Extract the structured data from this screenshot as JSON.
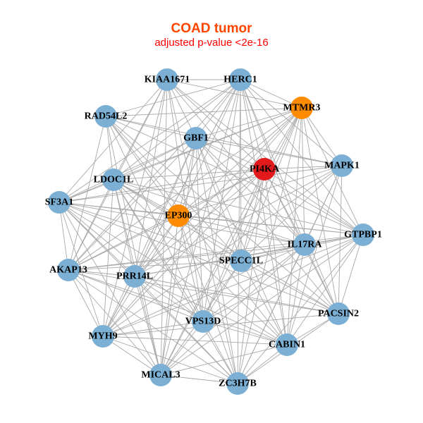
{
  "title": "COAD tumor",
  "subtitle": "adjusted p-value <2e-16",
  "colors": {
    "default": "#7BAFD4",
    "orange": "#FF8C00",
    "red": "#E31A1C",
    "edge": "#A9A9A9"
  },
  "nodes": [
    {
      "name": "KIAA1671",
      "color": "default"
    },
    {
      "name": "HERC1",
      "color": "default"
    },
    {
      "name": "MTMR3",
      "color": "orange"
    },
    {
      "name": "RAD54L2",
      "color": "default"
    },
    {
      "name": "GBF1",
      "color": "default"
    },
    {
      "name": "PI4KA",
      "color": "red"
    },
    {
      "name": "MAPK1",
      "color": "default"
    },
    {
      "name": "LDOC1L",
      "color": "default"
    },
    {
      "name": "SF3A1",
      "color": "default"
    },
    {
      "name": "EP300",
      "color": "orange"
    },
    {
      "name": "GTPBP1",
      "color": "default"
    },
    {
      "name": "IL17RA",
      "color": "default"
    },
    {
      "name": "SPECC1L",
      "color": "default"
    },
    {
      "name": "AKAP13",
      "color": "default"
    },
    {
      "name": "PRR14L",
      "color": "default"
    },
    {
      "name": "PACSIN2",
      "color": "default"
    },
    {
      "name": "VPS13D",
      "color": "default"
    },
    {
      "name": "MYH9",
      "color": "default"
    },
    {
      "name": "CABIN1",
      "color": "default"
    },
    {
      "name": "MICAL3",
      "color": "default"
    },
    {
      "name": "ZC3H7B",
      "color": "default"
    }
  ]
}
